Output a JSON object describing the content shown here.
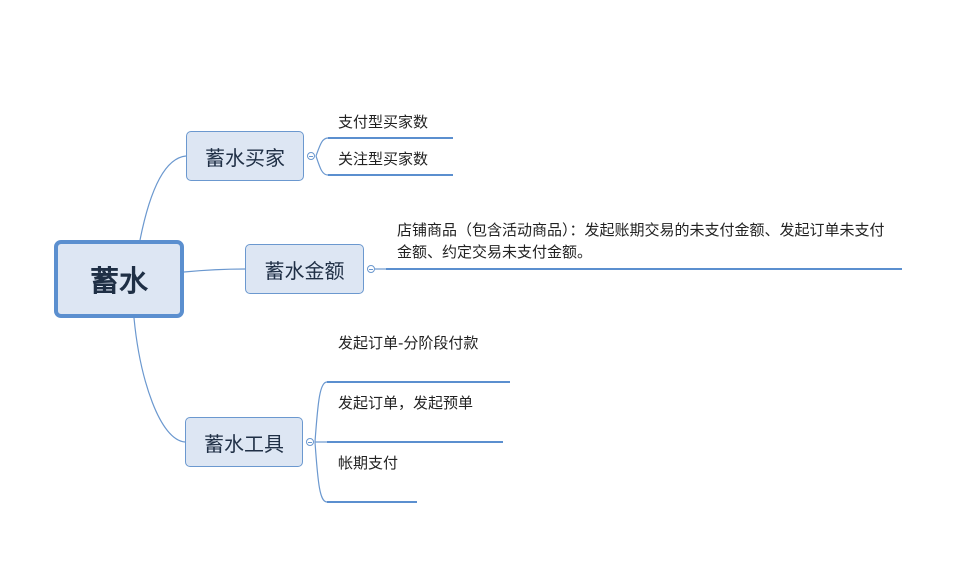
{
  "root": {
    "label": "蓄水"
  },
  "branches": [
    {
      "label": "蓄水买家",
      "children": [
        "支付型买家数",
        "关注型买家数"
      ]
    },
    {
      "label": "蓄水金额",
      "children": [
        "店铺商品（包含活动商品）：发起账期交易的未支付金额、发起订单未支付金额、约定交易未支付金额。"
      ]
    },
    {
      "label": "蓄水工具",
      "children": [
        "发起订单-分阶段付款",
        "发起订单，发起预单",
        "帐期支付"
      ]
    }
  ],
  "colors": {
    "line": "#5b8fcf",
    "node_fill": "#dde6f3",
    "node_border": "#6b98cf"
  }
}
